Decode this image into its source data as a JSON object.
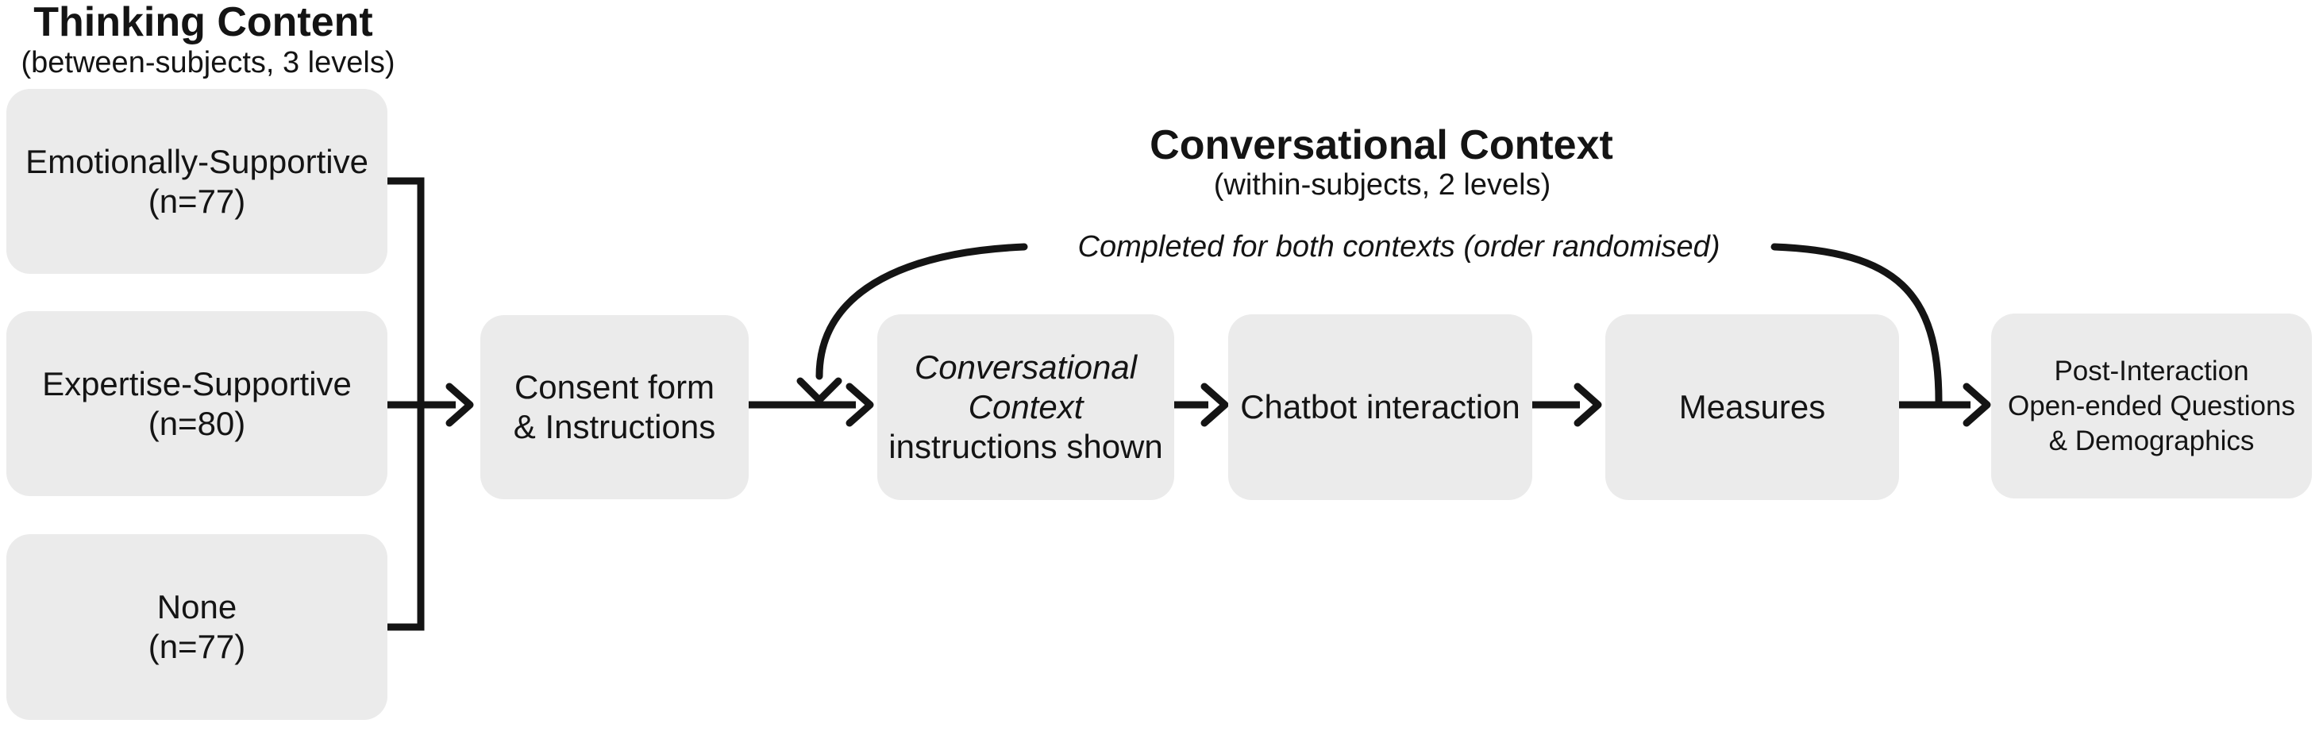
{
  "colors": {
    "background": "#ffffff",
    "box_fill": "#ebebeb",
    "line": "#141414"
  },
  "thinking_content": {
    "title": "Thinking Content",
    "subtitle": "(between-subjects, 3 levels)",
    "conditions": [
      {
        "label": "Emotionally-Supportive",
        "n": "(n=77)"
      },
      {
        "label": "Expertise-Supportive",
        "n": "(n=80)"
      },
      {
        "label": "None",
        "n": "(n=77)"
      }
    ]
  },
  "conversational_context": {
    "title": "Conversational Context",
    "subtitle": "(within-subjects, 2 levels)",
    "loop_label": "Completed for both contexts (order randomised)"
  },
  "procedure": {
    "consent": {
      "line1": "Consent form",
      "line2": "& Instructions"
    },
    "context_instructions": {
      "italic_line1": "Conversational",
      "italic_line2": "Context",
      "line3": "instructions shown"
    },
    "chatbot": {
      "label": "Chatbot interaction"
    },
    "measures": {
      "label": "Measures"
    },
    "post_interaction": {
      "line1": "Post-Interaction",
      "line2": "Open-ended Questions",
      "line3": "& Demographics"
    }
  }
}
